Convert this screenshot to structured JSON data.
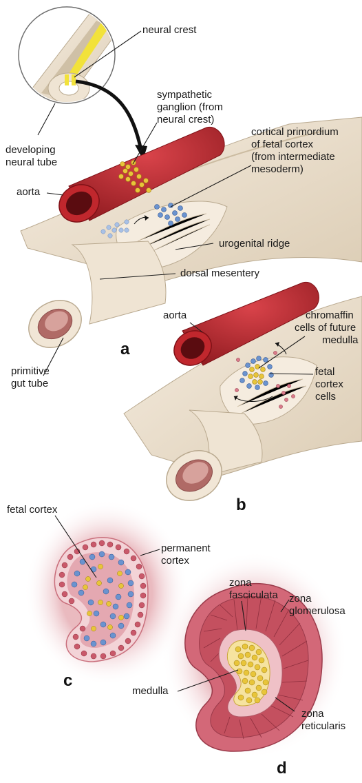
{
  "colors": {
    "artery": "#c0272d",
    "artery_dark": "#7e1016",
    "tissue": "#efe4d3",
    "tissue_shade": "#d6c7b0",
    "neural_crest": "#f2e23a",
    "crest_cell": "#e8c53a",
    "cortex_cell": "#6b93cf",
    "permanent_cell": "#c9596a",
    "cortex_bg": "#e9b9be"
  },
  "panels": {
    "a": "a",
    "b": "b",
    "c": "c",
    "d": "d"
  },
  "labels": {
    "neural_crest": "neural crest",
    "sympathetic_ganglion": [
      "sympathetic",
      "ganglion (from",
      "neural crest)"
    ],
    "developing_neural_tube": [
      "developing",
      "neural tube"
    ],
    "cortical_primordium": [
      "cortical primordium",
      "of fetal cortex",
      "(from intermediate",
      "mesoderm)"
    ],
    "aorta_a": "aorta",
    "urogenital_ridge": "urogenital ridge",
    "dorsal_mesentery": "dorsal mesentery",
    "primitive_gut_tube": [
      "primitive",
      "gut tube"
    ],
    "aorta_b": "aorta",
    "chromaffin_cells": [
      "chromaffin",
      "cells of future",
      "medulla"
    ],
    "fetal_cortex_cells": [
      "fetal",
      "cortex",
      "cells"
    ],
    "fetal_cortex": "fetal cortex",
    "permanent_cortex": [
      "permanent",
      "cortex"
    ],
    "zona_fasciculata": [
      "zona",
      "fasciculata"
    ],
    "zona_glomerulosa": [
      "zona",
      "glomerulosa"
    ],
    "medulla": "medulla",
    "zona_reticularis": [
      "zona",
      "reticularis"
    ]
  }
}
